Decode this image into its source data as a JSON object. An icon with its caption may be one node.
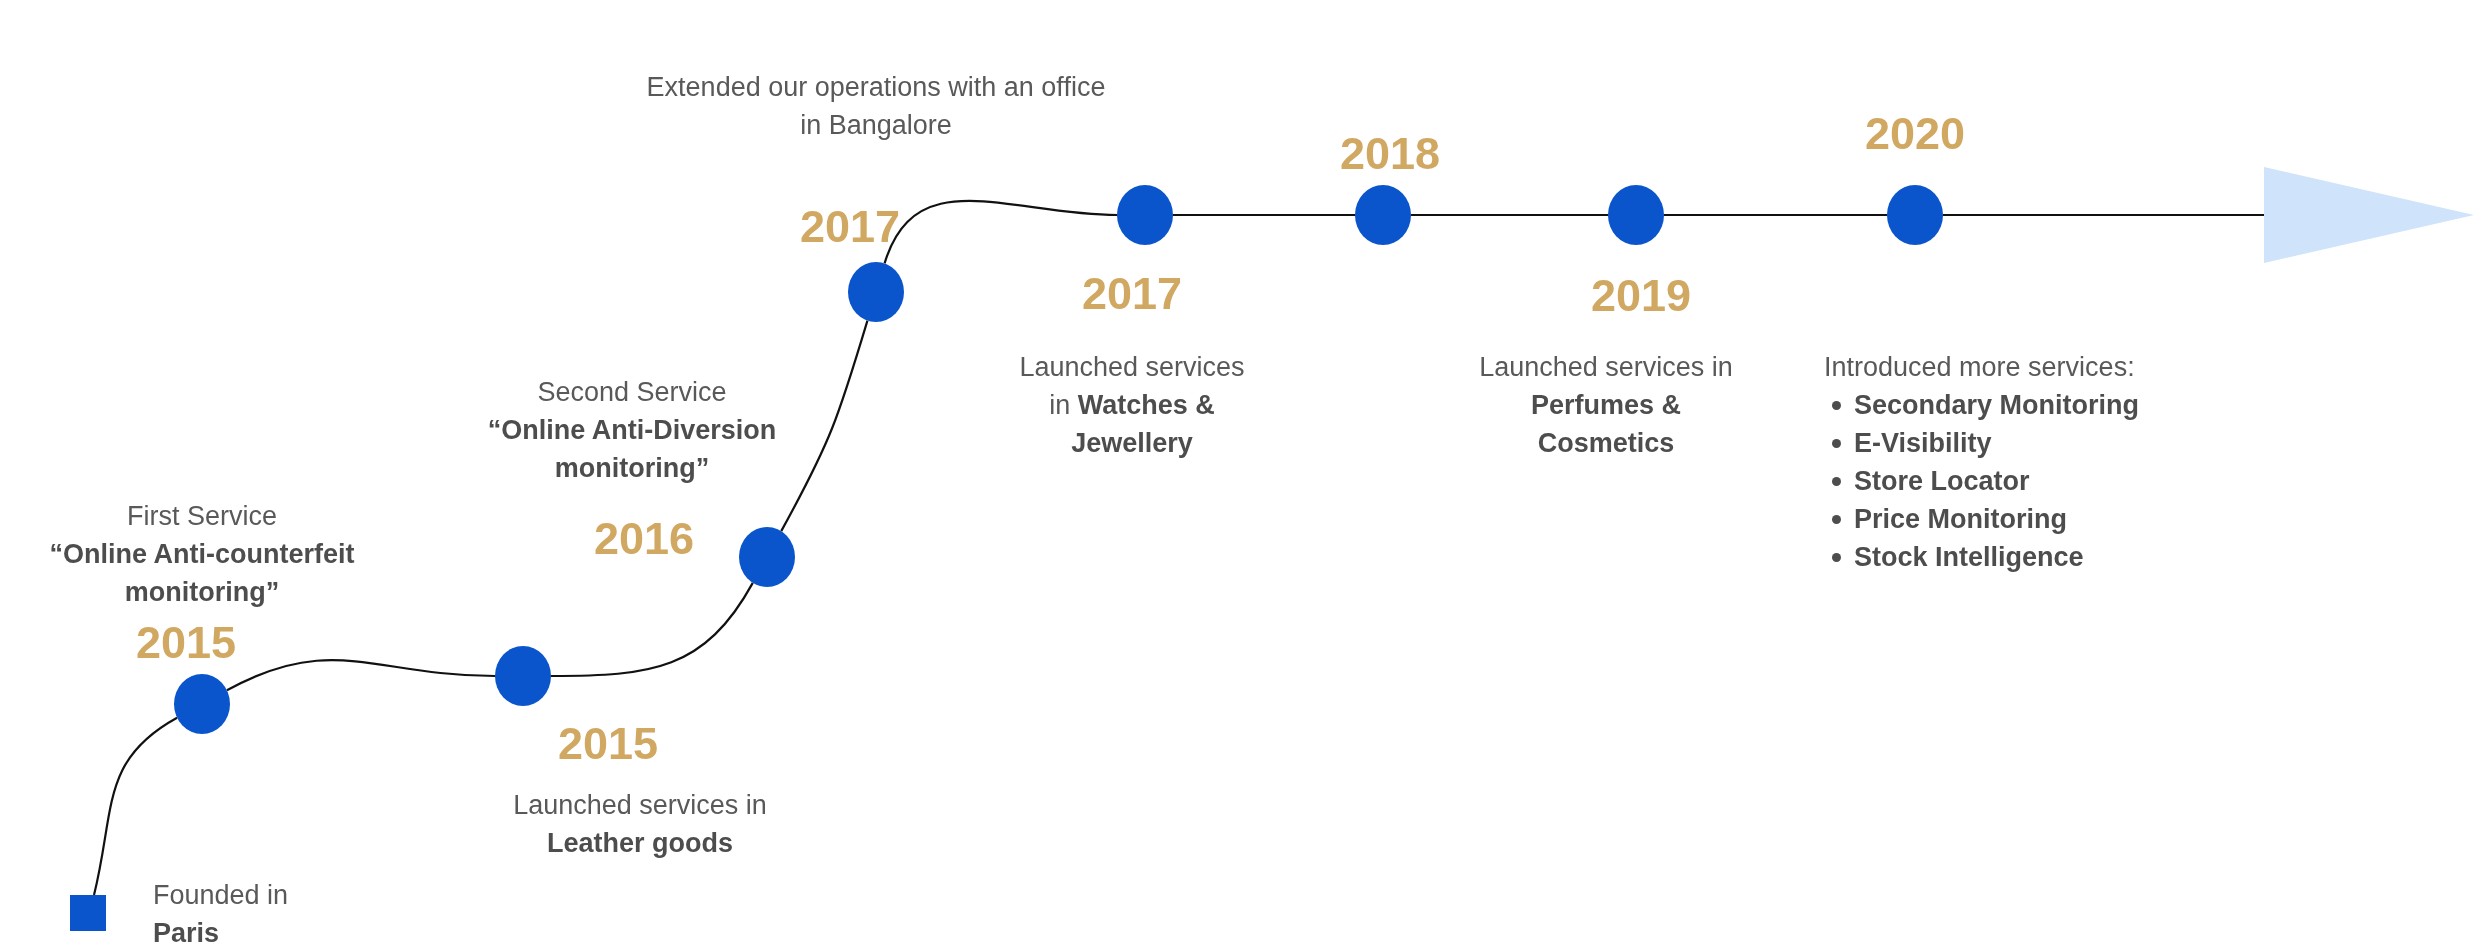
{
  "diagram": {
    "nodes": [
      {
        "text": [],
        "shape": "box",
        "beside": [
          "Founded in **Paris**"
        ]
      },
      {
        "text": [],
        "shape": "circle",
        "beside": [
          "2015",
          "First Service",
          "“Online Anti-counterfeit monitoring”"
        ]
      },
      {
        "text": [],
        "shape": "circle",
        "beside": [
          "2015",
          "Launched services in **Leather goods**"
        ]
      },
      {
        "text": [],
        "shape": "circle",
        "beside": [
          "2016",
          "Second Service",
          "“Online Anti-Diversion monitoring”"
        ]
      },
      {
        "text": [],
        "shape": "circle",
        "beside": [
          "2017",
          "Extended our operations with an office in Bangalore"
        ]
      },
      {
        "text": [],
        "shape": "circle",
        "beside": [
          "2017",
          "Launched services in **Watches & Jewellery**"
        ]
      },
      {
        "text": [],
        "shape": "circle",
        "beside": [
          "2018"
        ]
      },
      {
        "text": [],
        "shape": "circle",
        "beside": [
          "2019",
          "Launched services in **Perfumes & Cosmetics**"
        ]
      },
      {
        "text": [],
        "shape": "circle",
        "beside": [
          "2020",
          "Introduced more services:",
          "Secondary Monitoring",
          "E-Visibility",
          "Store Locator",
          "Price Monitoring",
          "Stock Intelligence"
        ]
      }
    ],
    "edges": [
      {
        "from": 0,
        "to": 1,
        "arrow": "none"
      },
      {
        "from": 1,
        "to": 2,
        "arrow": "none"
      },
      {
        "from": 2,
        "to": 3,
        "arrow": "none"
      },
      {
        "from": 3,
        "to": 4,
        "arrow": "none"
      },
      {
        "from": 4,
        "to": 5,
        "arrow": "none"
      },
      {
        "from": 5,
        "to": 6,
        "arrow": "none"
      },
      {
        "from": 6,
        "to": 7,
        "arrow": "none"
      },
      {
        "from": 7,
        "to": 8,
        "arrow": "none"
      },
      {
        "from": 8,
        "to": null,
        "arrow": "to"
      }
    ]
  }
}
